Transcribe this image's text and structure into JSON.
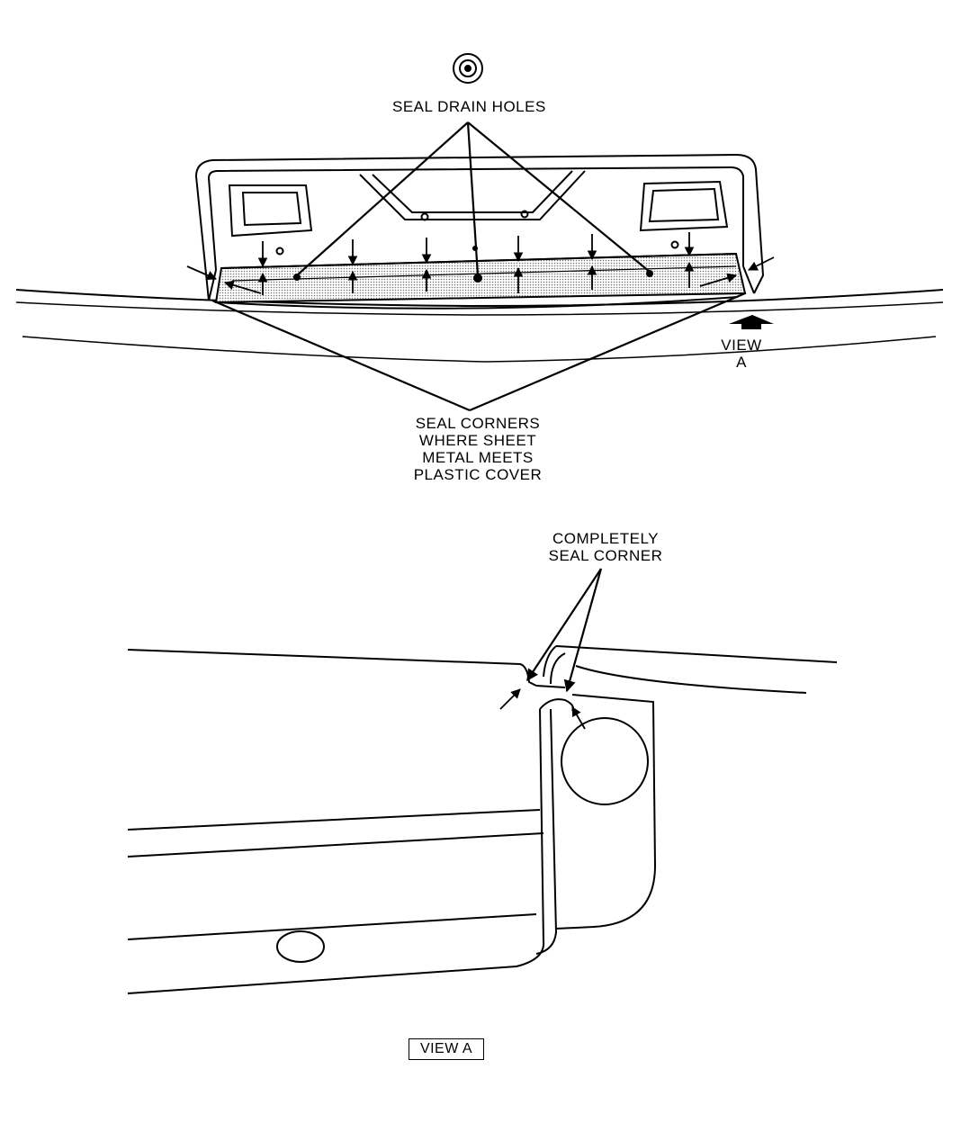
{
  "labels": {
    "seal_drain_holes": "SEAL DRAIN HOLES",
    "view_a_pointer_line1": "VIEW",
    "view_a_pointer_line2": "A",
    "seal_corners_line1": "SEAL CORNERS",
    "seal_corners_line2": "WHERE SHEET",
    "seal_corners_line3": "METAL MEETS",
    "seal_corners_line4": "PLASTIC COVER",
    "completely_seal_line1": "COMPLETELY",
    "completely_seal_line2": "SEAL CORNER",
    "view_a_caption": "VIEW A"
  },
  "icons": {
    "drain_hole_symbol": "concentric-circles-icon",
    "view_pointer": "arrow-up-icon"
  }
}
